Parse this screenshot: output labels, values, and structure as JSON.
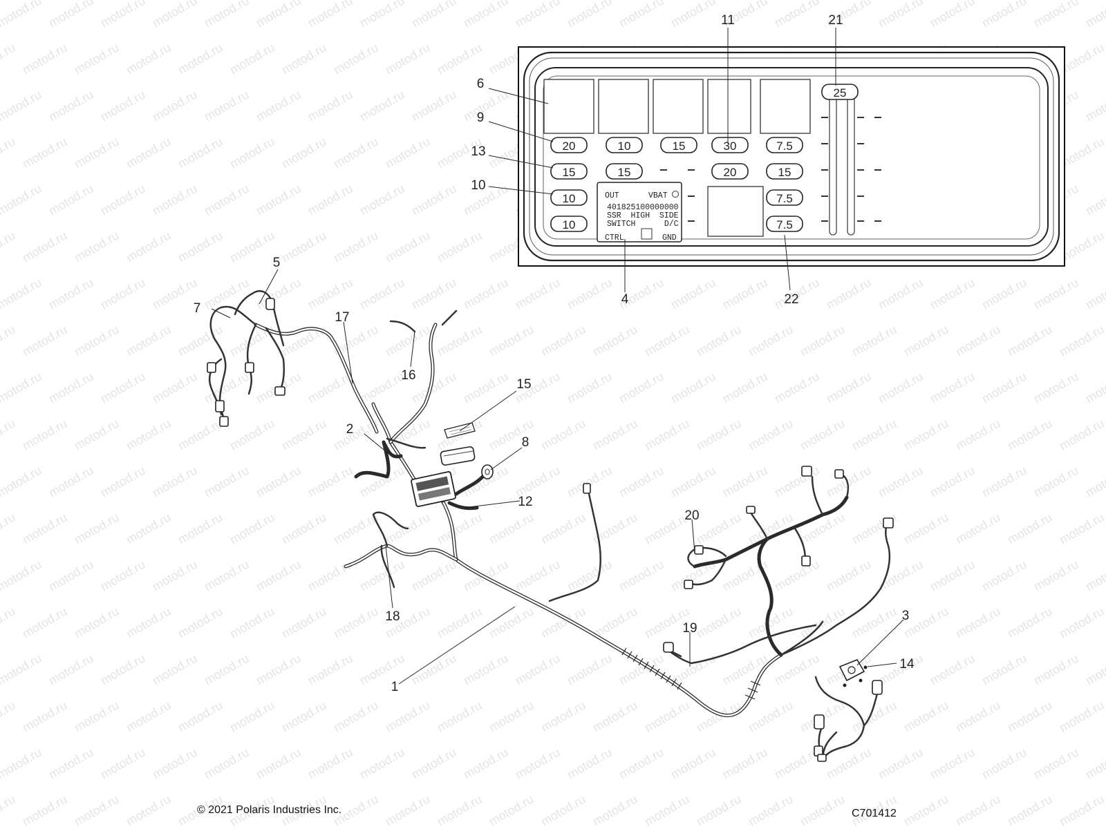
{
  "watermark_text": "motod.ru",
  "fuse_box": {
    "fuses": [
      {
        "id": "f-25",
        "label": "25"
      },
      {
        "id": "f-20a",
        "label": "20"
      },
      {
        "id": "f-10a",
        "label": "10"
      },
      {
        "id": "f-15a",
        "label": "15"
      },
      {
        "id": "f-30",
        "label": "30"
      },
      {
        "id": "f-75a",
        "label": "7.5"
      },
      {
        "id": "f-15b",
        "label": "15"
      },
      {
        "id": "f-15c",
        "label": "15"
      },
      {
        "id": "f-20b",
        "label": "20"
      },
      {
        "id": "f-15d",
        "label": "15"
      },
      {
        "id": "f-10b",
        "label": "10"
      },
      {
        "id": "f-75b",
        "label": "7.5"
      },
      {
        "id": "f-10c",
        "label": "10"
      },
      {
        "id": "f-75c",
        "label": "7.5"
      }
    ],
    "ssr": {
      "out": "OUT",
      "vbat": "VBAT",
      "part": "401825100000000",
      "line1": "SSR  HIGH  SIDE",
      "line2": "SWITCH      D/C",
      "ctrl": "CTRL",
      "gnd": "GND"
    }
  },
  "callouts": {
    "c1": "1",
    "c2": "2",
    "c3": "3",
    "c4": "4",
    "c5": "5",
    "c6": "6",
    "c7": "7",
    "c8": "8",
    "c9": "9",
    "c10": "10",
    "c11": "11",
    "c12": "12",
    "c13": "13",
    "c14": "14",
    "c15": "15",
    "c16": "16",
    "c17": "17",
    "c18": "18",
    "c19": "19",
    "c20": "20",
    "c21": "21",
    "c22": "22"
  },
  "footer": {
    "copyright": "© 2021 Polaris Industries Inc.",
    "code": "C701412"
  }
}
